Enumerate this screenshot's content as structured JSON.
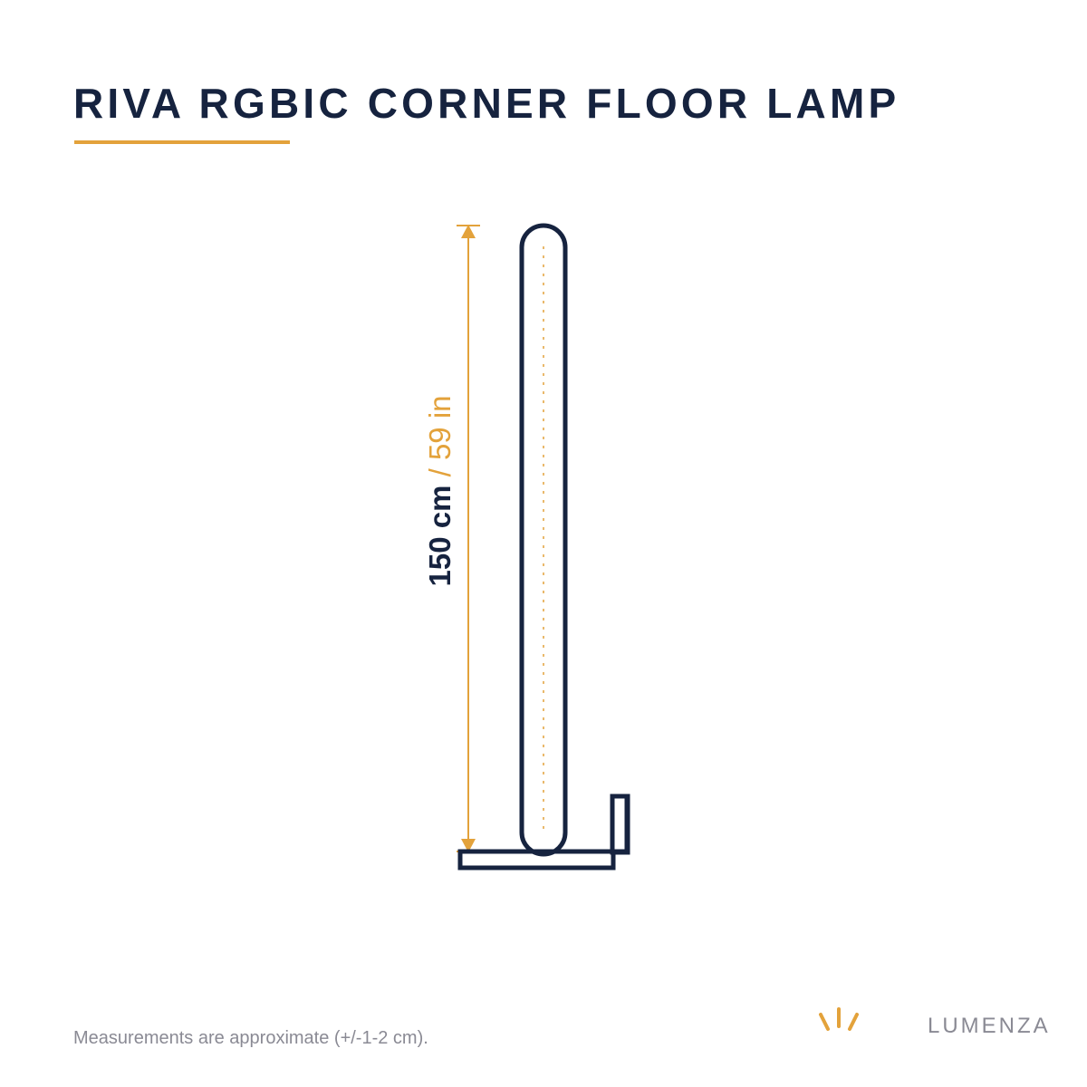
{
  "title": "RIVA RGBIC CORNER FLOOR LAMP",
  "dimension": {
    "metric": "150 cm",
    "imperial": "/ 59 in"
  },
  "footnote": "Measurements are approximate (+/-1-2 cm).",
  "brand": {
    "name": "LUMENZA",
    "icon": "light-rays-icon"
  },
  "colors": {
    "navy": "#16233f",
    "accent": "#e3a23b",
    "muted": "#8a8a94"
  }
}
